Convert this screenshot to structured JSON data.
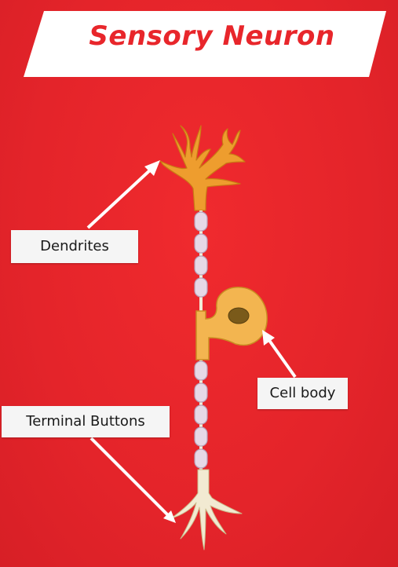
{
  "title": "Sensory Neuron",
  "labels": {
    "dendrites": "Dendrites",
    "cell_body": "Cell body",
    "terminal_buttons": "Terminal Buttons"
  },
  "colors": {
    "background": "#e8262b",
    "banner": "#ffffff",
    "title_text": "#e8262b",
    "neuron_orange": "#f0a53a",
    "myelin": "#e8dbe8",
    "nucleus": "#7a5a1a",
    "axon": "#f2ecd8"
  }
}
